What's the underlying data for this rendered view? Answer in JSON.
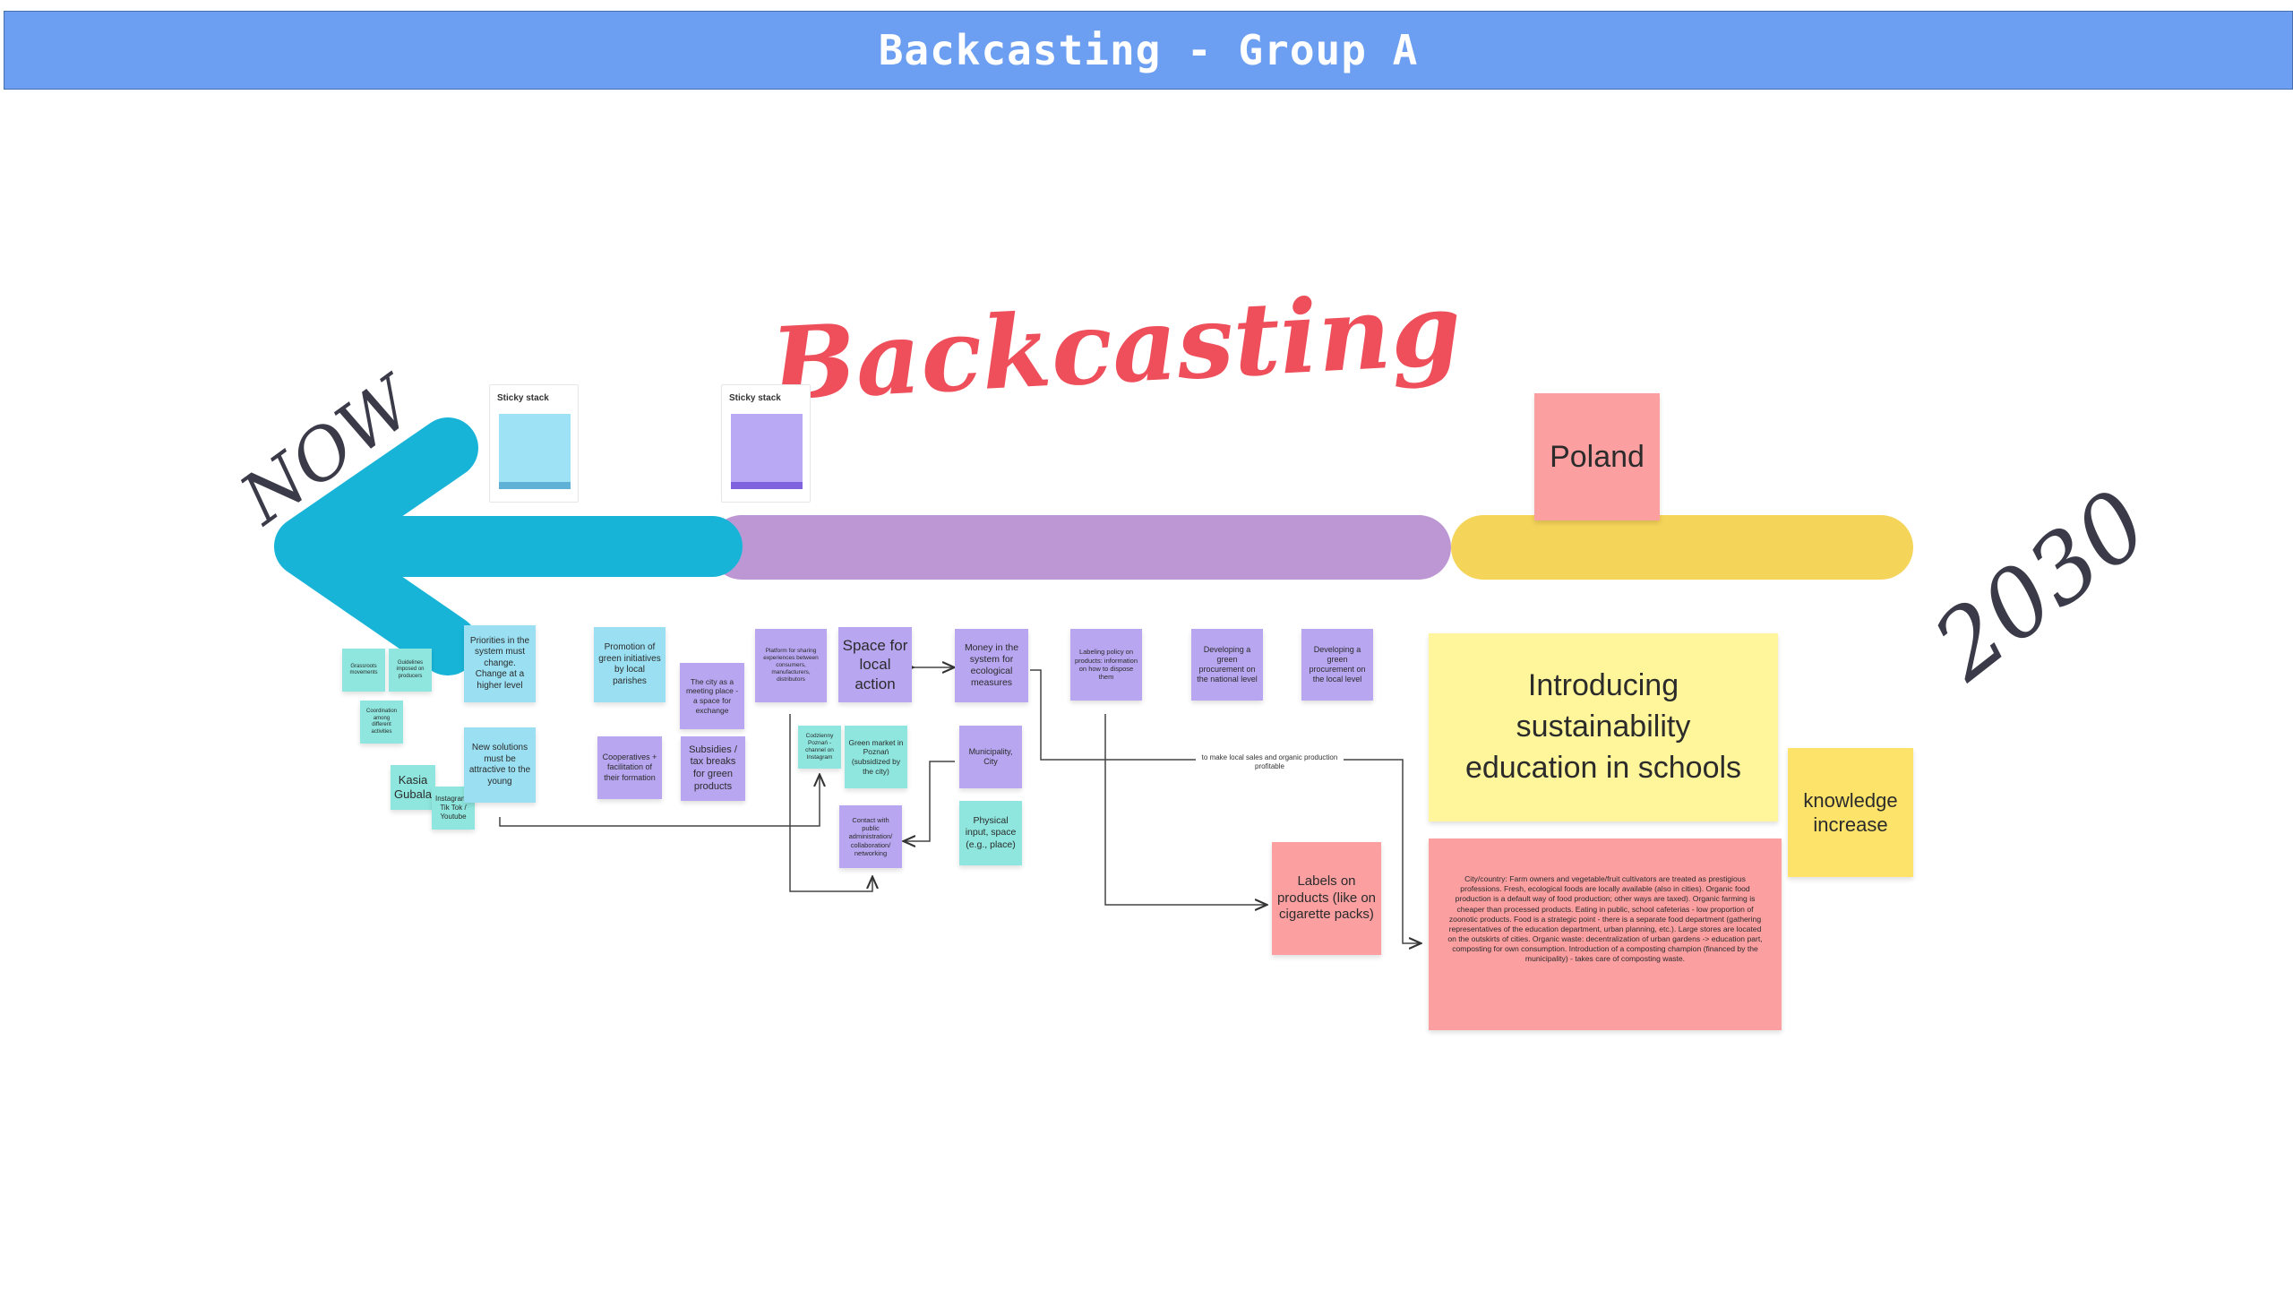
{
  "header": {
    "title": "Backcasting - Group A"
  },
  "handwriting": {
    "now": "NOW",
    "backcasting": "Backcasting",
    "year": "2030"
  },
  "colors": {
    "header": "#6c9ff2",
    "arrow": "#18b4d8",
    "bar_purple": "#bd97d4",
    "bar_yellow": "#f5d45a",
    "hand_red": "#ee4f5a",
    "hand_dark": "#3a3a48"
  },
  "icons": {
    "now_arrow": "left-arrow-icon"
  },
  "stacks": [
    {
      "label": "Sticky stack",
      "color": "#9ee3f5"
    },
    {
      "label": "Sticky stack",
      "color": "#b9a9f5"
    }
  ],
  "stickies": {
    "poland": "Poland",
    "grassroots": "Grassroots movements",
    "guidelines": "Guidelines imposed on producers",
    "coordination": "Coordination among different activities",
    "kasia": "Kasia Gubala",
    "instagram": "Instagram / Tik Tok / Youtube",
    "priorities": "Priorities in the system must change. Change at a higher level",
    "new_solutions": "New solutions must be attractive to the young",
    "promotion": "Promotion of green initiatives by local parishes",
    "city_meeting": "The city as a meeting place - a space for exchange",
    "cooperatives": "Cooperatives + facilitation of their formation",
    "subsidies": "Subsidies / tax breaks for green products",
    "platform": "Platform for sharing experiences between consumers, manufacturers, distributors",
    "space_local": "Space for local action",
    "codzienny": "Codzienny Poznań - channel on Instagram",
    "green_market": "Green market in Poznań (subsidized by the city)",
    "contact_public": "Contact with public administration/ collaboration/ networking",
    "money_system": "Money in the system for ecological measures",
    "municipality": "Municipality, City",
    "physical_input": "Physical input, space (e.g., place)",
    "labeling": "Labeling policy on products: information on how to dispose them",
    "green_proc_national": "Developing a green procurement on the national level",
    "green_proc_local": "Developing a green procurement on the local level",
    "labels_cig": "Labels on products (like on cigarette packs)",
    "introducing": "Introducing sustainability education in schools",
    "knowledge": "knowledge increase",
    "vision": "City/country: Farm owners and vegetable/fruit cultivators are treated as prestigious professions. Fresh, ecological foods are locally available (also in cities). Organic food production is a default way of food production; other ways are taxed). Organic farming is cheaper than processed products. Eating in public, school cafeterias - low proportion of zoonotic products. Food is a strategic point - there is a separate food department (gathering representatives of the education department, urban planning, etc.). Large stores are located on the outskirts of cities. Organic waste: decentralization of urban gardens -> education part, composting for own consumption. Introduction of a composting champion (financed by the municipality) - takes care of composting waste."
  },
  "connectors": {
    "local_sales": "to make local sales and organic production profitable"
  }
}
